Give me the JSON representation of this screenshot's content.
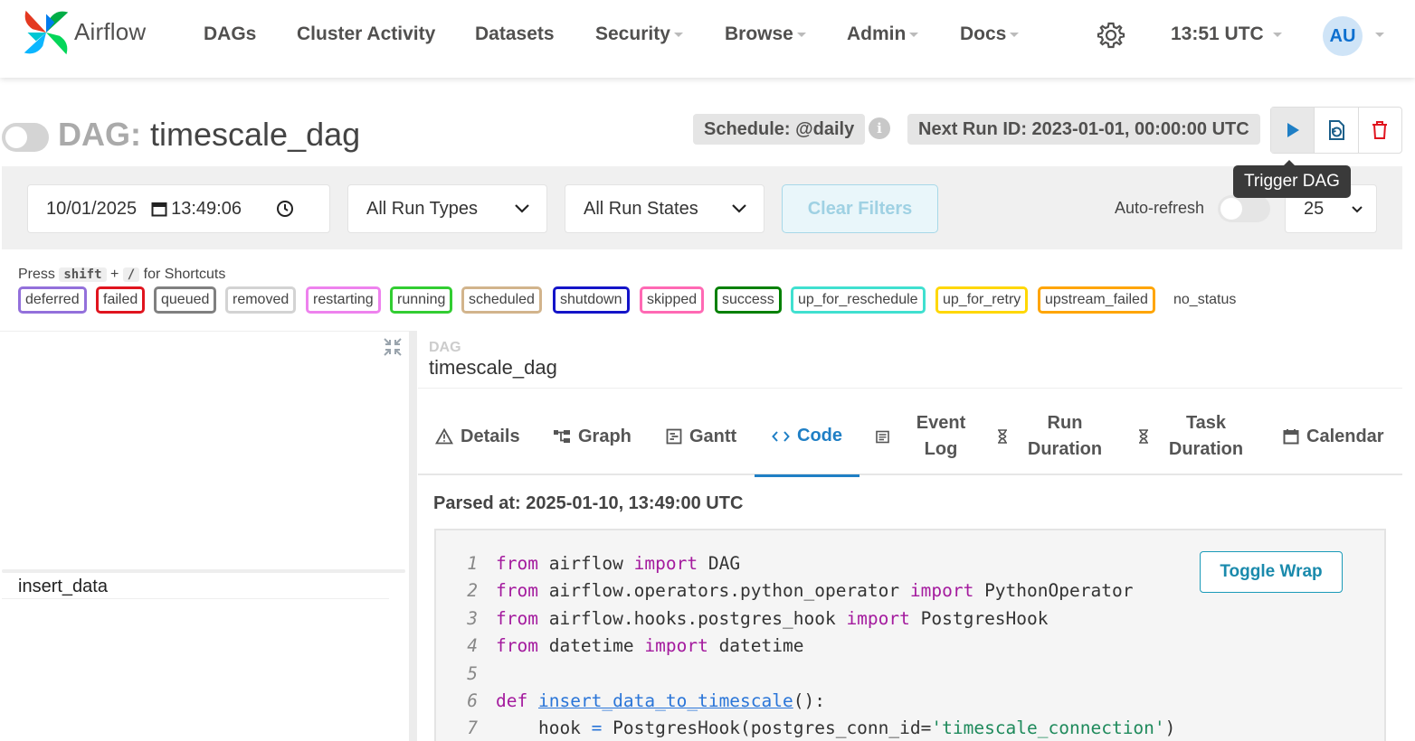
{
  "nav": {
    "brand": "Airflow",
    "items": [
      "DAGs",
      "Cluster Activity",
      "Datasets",
      "Security",
      "Browse",
      "Admin",
      "Docs"
    ],
    "time": "13:51 UTC",
    "user_initials": "AU"
  },
  "dag": {
    "prefix": "DAG:",
    "name": "timescale_dag",
    "schedule": "Schedule: @daily",
    "next_run": "Next Run ID: 2023-01-01, 00:00:00 UTC",
    "tooltip": "Trigger DAG"
  },
  "filters": {
    "date": "10/01/2025",
    "time": "13:49:06",
    "run_type": "All Run Types",
    "run_state": "All Run States",
    "clear": "Clear Filters",
    "auto_refresh": "Auto-refresh",
    "page_size": "25"
  },
  "shortcuts": {
    "press": "Press",
    "key1": "shift",
    "plus": "+",
    "key2": "/",
    "suffix": "for Shortcuts"
  },
  "states": [
    {
      "label": "deferred",
      "color": "#9370db"
    },
    {
      "label": "failed",
      "color": "#e0141e"
    },
    {
      "label": "queued",
      "color": "#808080"
    },
    {
      "label": "removed",
      "color": "#d3d3d3"
    },
    {
      "label": "restarting",
      "color": "#ee82ee"
    },
    {
      "label": "running",
      "color": "#32cd32"
    },
    {
      "label": "scheduled",
      "color": "#d2b48c"
    },
    {
      "label": "shutdown",
      "color": "#1414c8"
    },
    {
      "label": "skipped",
      "color": "#ff69b4"
    },
    {
      "label": "success",
      "color": "#008000"
    },
    {
      "label": "up_for_reschedule",
      "color": "#40e0d0"
    },
    {
      "label": "up_for_retry",
      "color": "#ffd700"
    },
    {
      "label": "upstream_failed",
      "color": "#ffa500"
    },
    {
      "label": "no_status",
      "color": "transparent"
    }
  ],
  "tree": {
    "task": "insert_data"
  },
  "details": {
    "label": "DAG",
    "dag_id": "timescale_dag",
    "tabs": [
      "Details",
      "Graph",
      "Gantt",
      "Code",
      "Event Log",
      "Run Duration",
      "Task Duration",
      "Calendar"
    ],
    "active_tab": "Code",
    "parsed_at": "Parsed at: 2025-01-10, 13:49:00 UTC",
    "toggle_wrap": "Toggle Wrap"
  },
  "code": {
    "lines": [
      {
        "n": "1",
        "text": "from airflow import DAG"
      },
      {
        "n": "2",
        "text": "from airflow.operators.python_operator import PythonOperator"
      },
      {
        "n": "3",
        "text": "from airflow.hooks.postgres_hook import PostgresHook"
      },
      {
        "n": "4",
        "text": "from datetime import datetime"
      },
      {
        "n": "5",
        "text": ""
      },
      {
        "n": "6",
        "text": "def insert_data_to_timescale():"
      },
      {
        "n": "7",
        "text": "    hook = PostgresHook(postgres_conn_id='timescale_connection')"
      }
    ]
  }
}
